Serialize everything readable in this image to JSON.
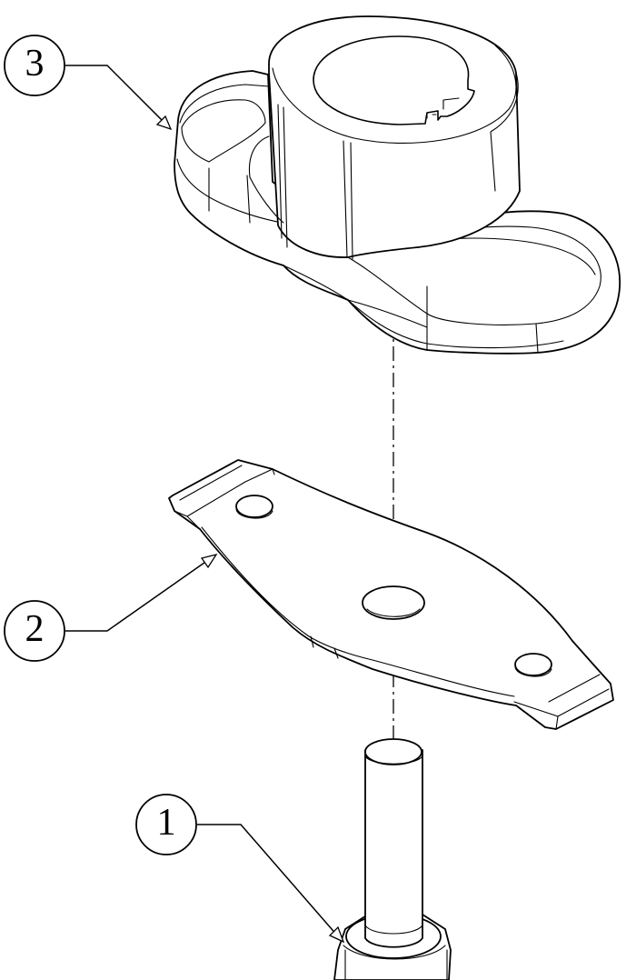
{
  "callouts": [
    {
      "number": "3",
      "part": "housing"
    },
    {
      "number": "2",
      "part": "plate"
    },
    {
      "number": "1",
      "part": "bolt"
    }
  ]
}
